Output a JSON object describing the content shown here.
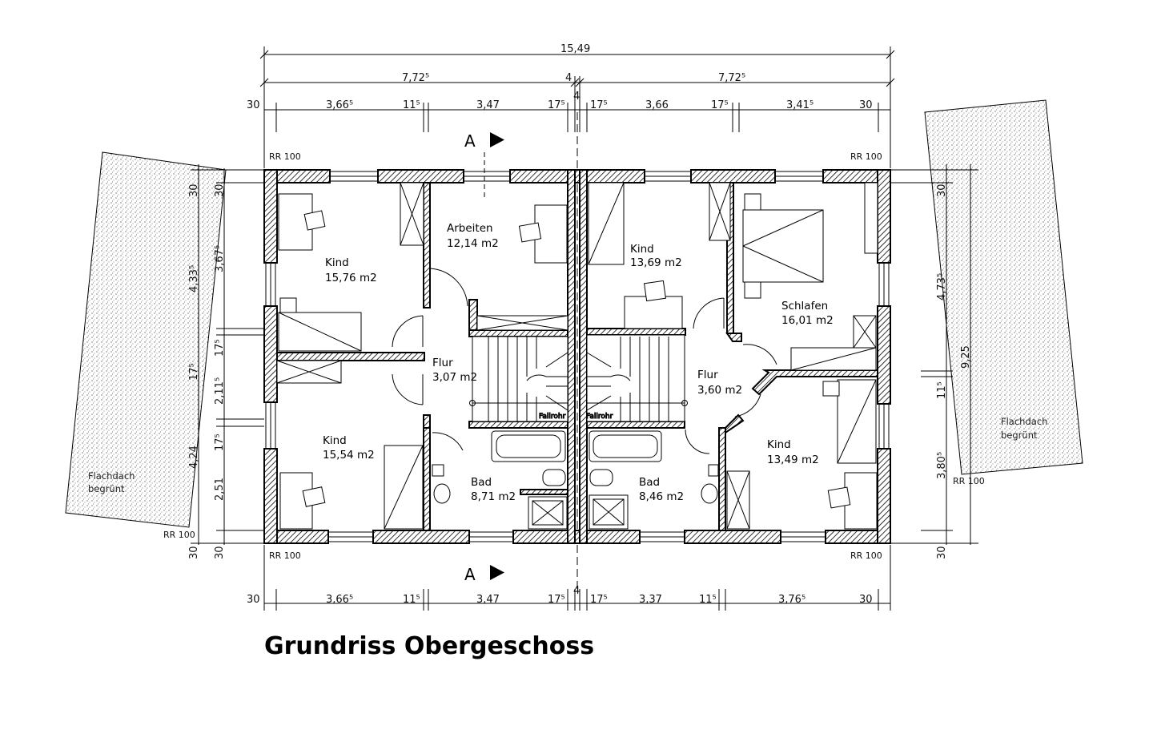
{
  "title": "Grundriss Obergeschoss",
  "section_marker": "A",
  "dims_top": {
    "overall": "15,49",
    "half_left": "7,72⁵",
    "half_right": "7,72⁵",
    "middle": "4",
    "segments": [
      "30",
      "3,66⁵",
      "11⁵",
      "3,47",
      "17⁵",
      "17⁵",
      "3,66",
      "17⁵",
      "3,41⁵",
      "30"
    ]
  },
  "dims_bottom": {
    "middle": "4",
    "segments": [
      "30",
      "3,66⁵",
      "11⁵",
      "3,47",
      "17⁵",
      "17⁵",
      "3,37",
      "11⁵",
      "3,76⁵",
      "30"
    ]
  },
  "dims_left_outer": [
    "30",
    "4,33⁵",
    "17⁵",
    "4,24",
    "30"
  ],
  "dims_left_inner": [
    "30",
    "3,67⁵",
    "17⁵",
    "2,11⁵",
    "17⁵",
    "2,51",
    "30"
  ],
  "dims_right_outer": [
    "4,73⁵",
    "9,25"
  ],
  "dims_right_inner": [
    "30",
    "11⁵",
    "3,80⁵",
    "30"
  ],
  "levels": [
    "RR 100",
    "RR 100",
    "RR 100",
    "RR 100",
    "RR 100",
    "RR 100"
  ],
  "roofs": [
    {
      "line1": "Flachdach",
      "line2": "begrünt"
    },
    {
      "line1": "Flachdach",
      "line2": "begrünt"
    }
  ],
  "rooms": [
    {
      "name": "Kind",
      "area": "15,76 m2"
    },
    {
      "name": "Arbeiten",
      "area": "12,14 m2"
    },
    {
      "name": "Flur",
      "area": "3,07 m2"
    },
    {
      "name": "Kind",
      "area": "15,54 m2"
    },
    {
      "name": "Bad",
      "area": "8,71 m2"
    },
    {
      "name": "Kind",
      "area": "13,69 m2"
    },
    {
      "name": "Schlafen",
      "area": "16,01 m2"
    },
    {
      "name": "Flur",
      "area": "3,60 m2"
    },
    {
      "name": "Kind",
      "area": "13,49 m2"
    },
    {
      "name": "Bad",
      "area": "8,46 m2"
    }
  ],
  "fallrohr": [
    "Fallrohr",
    "Fallrohr"
  ]
}
